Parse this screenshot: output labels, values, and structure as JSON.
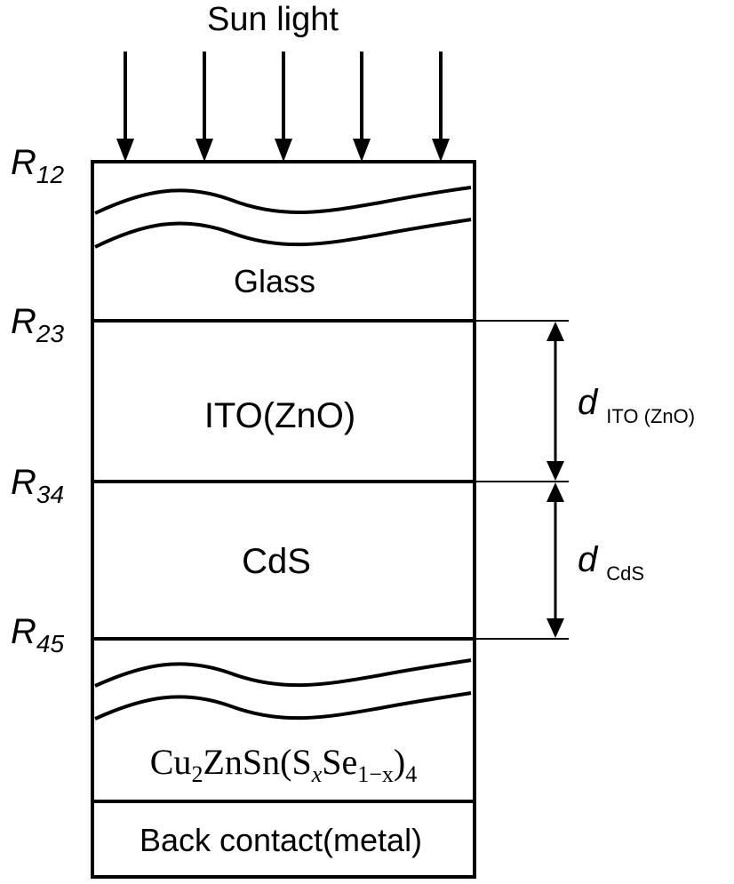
{
  "diagram": {
    "top_label": "Sun light",
    "layers": [
      {
        "id": "glass",
        "label": "Glass"
      },
      {
        "id": "ito",
        "label": "ITO(ZnO)"
      },
      {
        "id": "cds",
        "label": "CdS"
      },
      {
        "id": "cuzts",
        "label_parts": [
          "Cu",
          "2",
          "ZnSn(S",
          "x",
          "Se",
          "1−x",
          ")",
          "4"
        ]
      },
      {
        "id": "back",
        "label": "Back contact(metal)"
      }
    ],
    "interfaces": [
      {
        "base": "R",
        "sub": "12"
      },
      {
        "base": "R",
        "sub": "23"
      },
      {
        "base": "R",
        "sub": "34"
      },
      {
        "base": "R",
        "sub": "45"
      }
    ],
    "thicknesses": [
      {
        "base": "d",
        "sub": "ITO (ZnO)"
      },
      {
        "base": "d",
        "sub": "CdS"
      }
    ]
  }
}
